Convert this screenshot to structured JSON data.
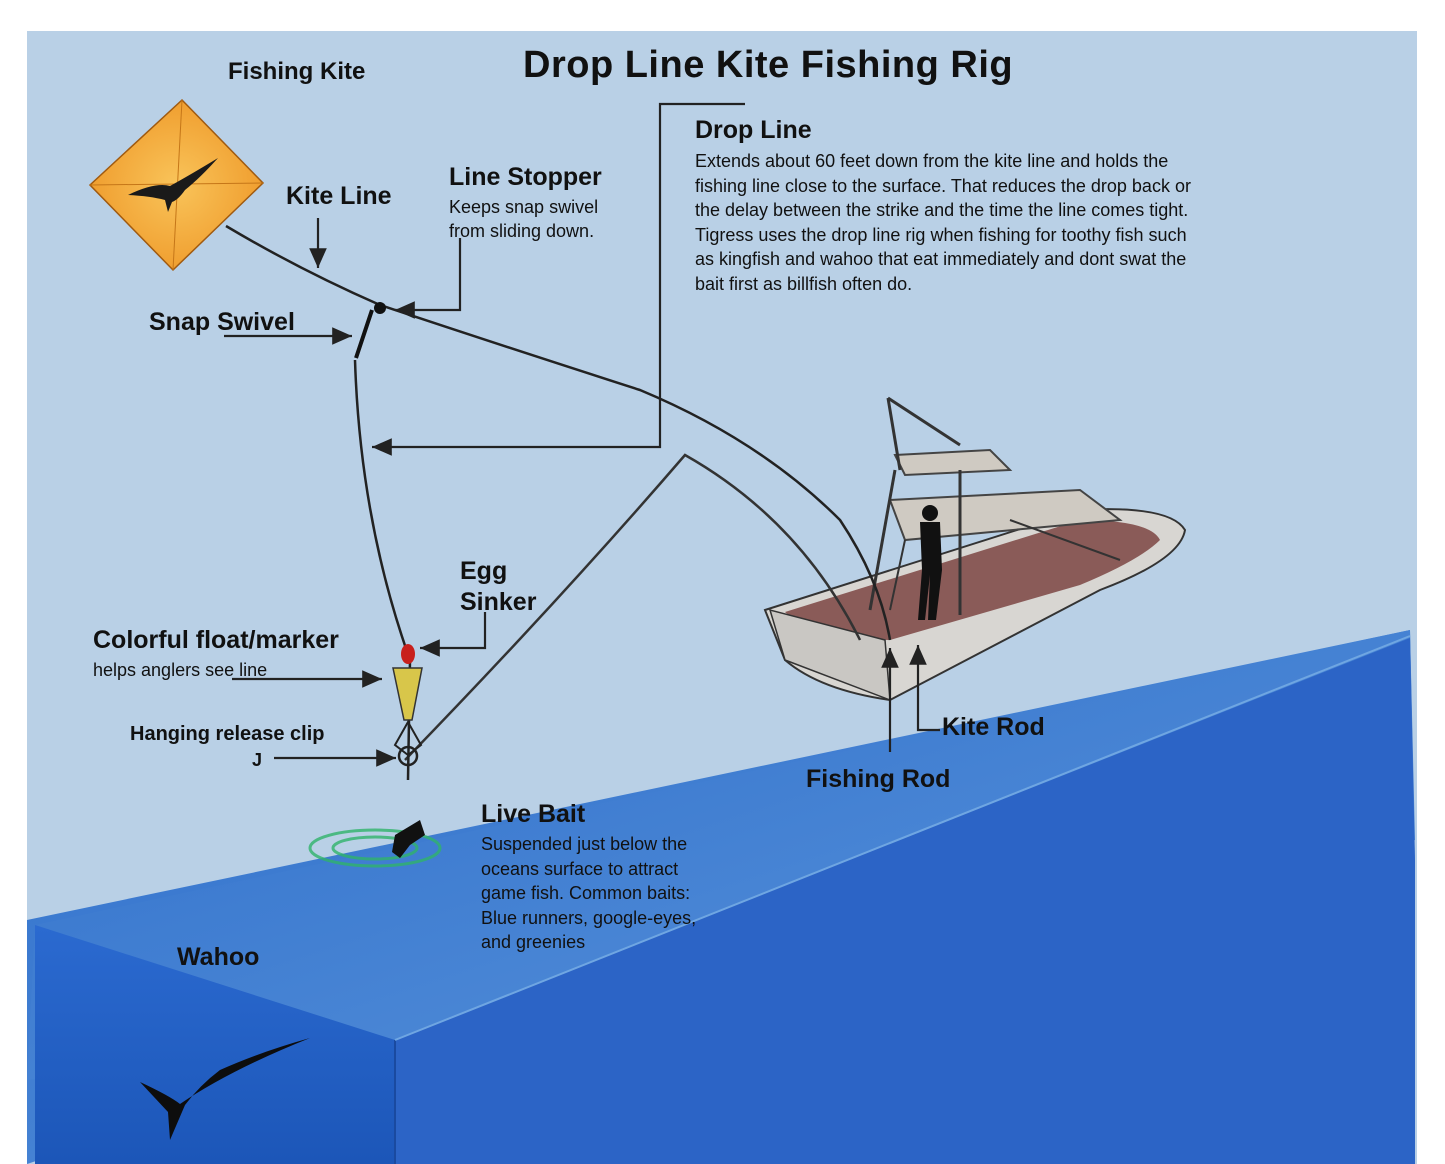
{
  "title": "Drop Line Kite Fishing Rig",
  "colors": {
    "sky": "#b9d0e6",
    "water_top": "#3f7fcf",
    "water_front": "#1f5ec0",
    "water_side": "#2a62c2",
    "kite": "#f2a232",
    "float": "#d8c64a",
    "marker": "#c8201c"
  },
  "labels": {
    "fishing_kite": "Fishing Kite",
    "kite_line": "Kite Line",
    "line_stopper": {
      "heading": "Line Stopper",
      "line1": "Keeps snap swivel",
      "line2": "from sliding down."
    },
    "drop_line": {
      "heading": "Drop Line",
      "lines": [
        "Extends about 60 feet down from the kite line and holds the",
        "fishing line close to the surface. That reduces the drop back or",
        "the delay between the strike and the time the line comes tight.",
        "Tigress uses the drop line rig when fishing for toothy fish such",
        "as kingfish and wahoo that eat immediately and dont swat the",
        "bait first as billfish often do."
      ]
    },
    "snap_swivel": "Snap Swivel",
    "egg_sinker": {
      "line1": "Egg",
      "line2": "Sinker"
    },
    "float_marker": {
      "heading": "Colorful float/marker",
      "sub": "helps anglers see line"
    },
    "release_clip": "Hanging release clip",
    "live_bait": {
      "heading": "Live Bait",
      "lines": [
        "Suspended just below the",
        "oceans surface to attract",
        "game fish. Common baits:",
        "Blue runners, google-eyes,",
        "and greenies"
      ]
    },
    "wahoo": "Wahoo",
    "kite_rod": "Kite Rod",
    "fishing_rod": "Fishing Rod"
  },
  "icons": {
    "kite": "kite-icon",
    "bird": "frigate-bird-icon",
    "boat": "boat-icon",
    "angler": "angler-icon",
    "fish": "wahoo-icon",
    "bait": "bait-fish-icon"
  }
}
